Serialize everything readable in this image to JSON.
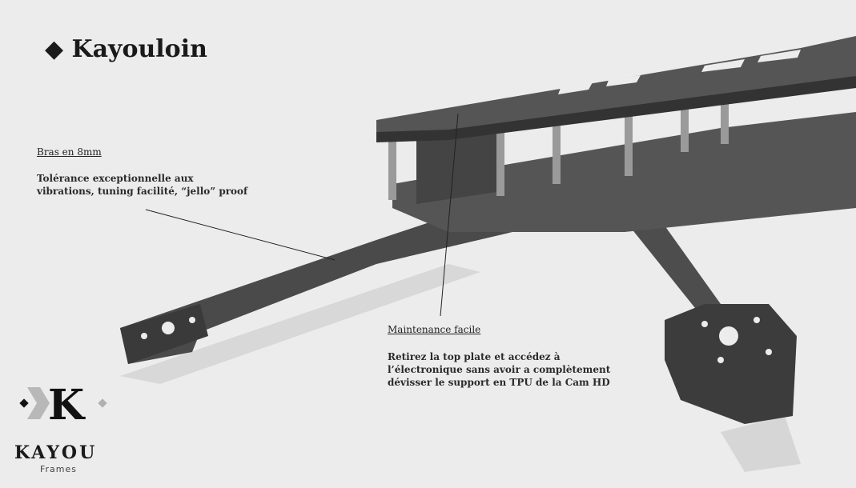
{
  "title": "◆ Kayouloin",
  "callouts": [
    {
      "label": "Bras en 8mm",
      "lines": [
        "Tolérance exceptionnelle aux",
        "vibrations, tuning facilité, “jello” proof"
      ]
    },
    {
      "label": "Maintenance facile",
      "lines": [
        "Retirez la top plate et accédez à",
        "l’électronique sans avoir a complètement",
        "dévisser le support en TPU de la Cam HD"
      ]
    }
  ],
  "logo": {
    "brand": "KAYOU",
    "sub": "Frames",
    "letter": "K"
  }
}
